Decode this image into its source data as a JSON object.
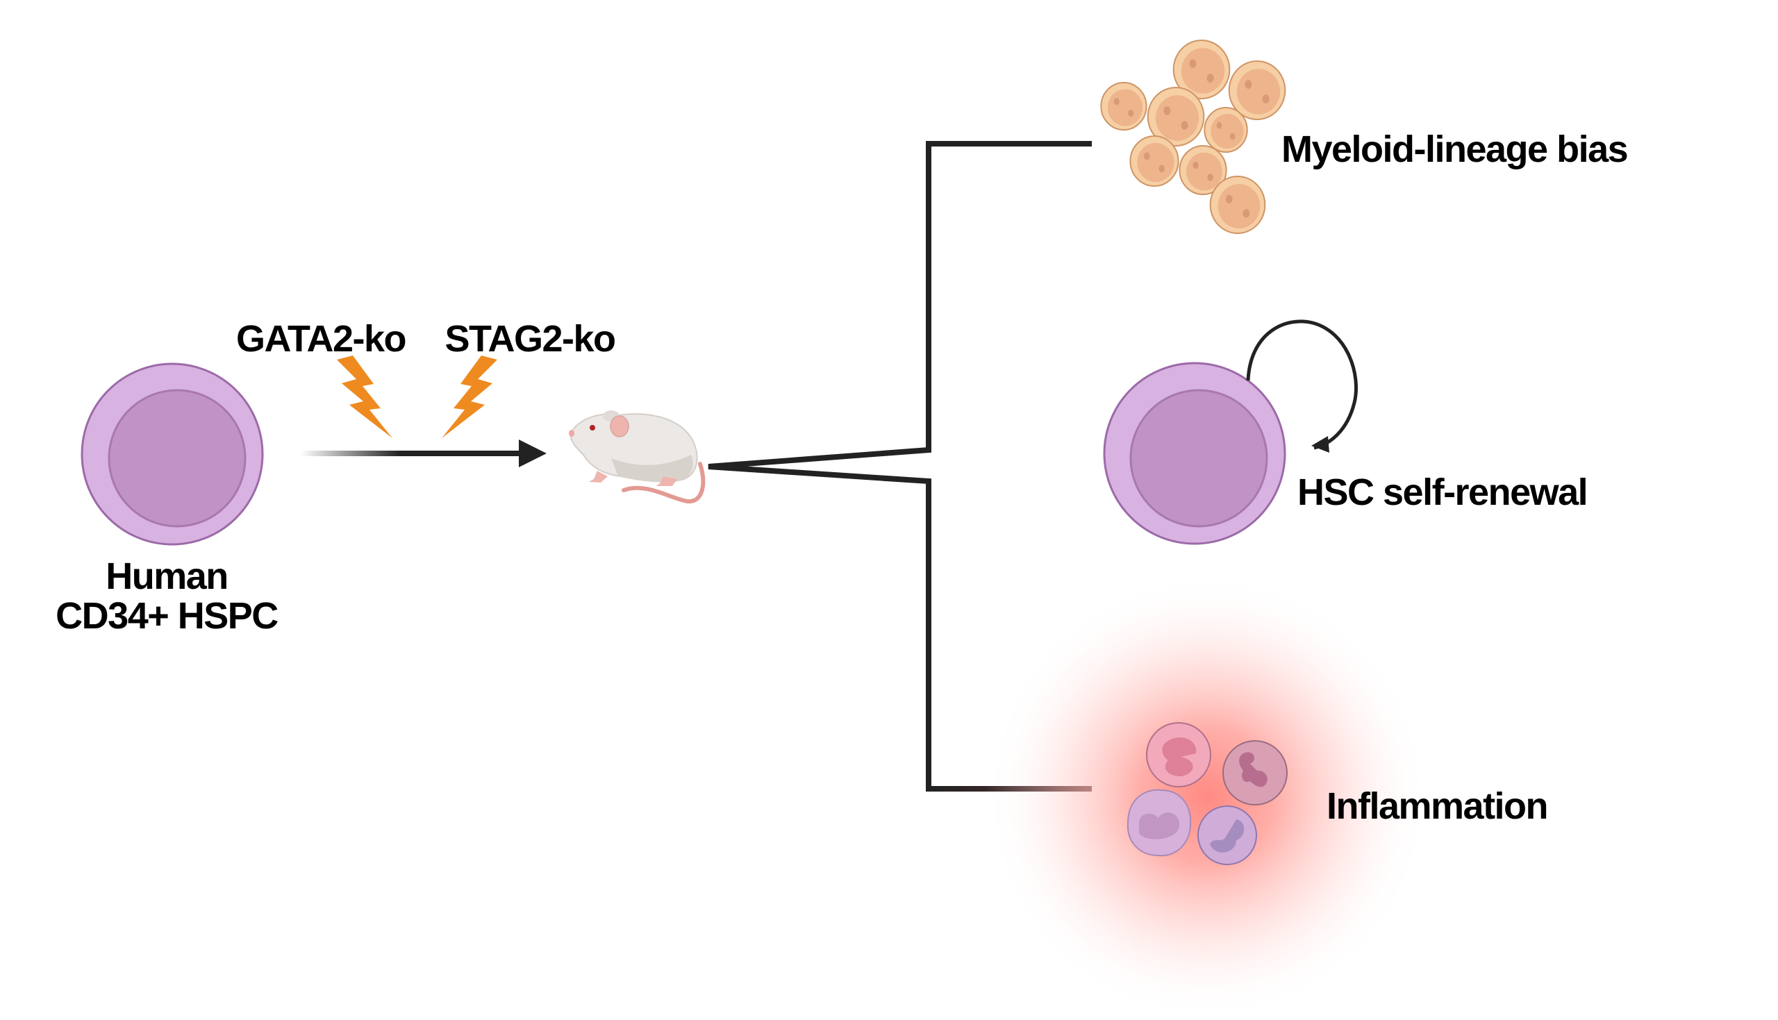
{
  "figure": {
    "input": {
      "label_line1": "Human",
      "label_line2": "CD34+ HSPC"
    },
    "perturbations": [
      {
        "label": "GATA2-ko"
      },
      {
        "label": "STAG2-ko"
      }
    ],
    "model_organism": "mouse",
    "outcomes": [
      {
        "label": "Myeloid-lineage bias"
      },
      {
        "label": "HSC self-renewal"
      },
      {
        "label": "Inflammation"
      }
    ]
  },
  "icons": {
    "input_cell": "stem-cell-icon",
    "knockout": "lightning-bolt-icon",
    "model": "mouse-icon",
    "myeloid": "myeloid-cell-cluster-icon",
    "self_renewal": "circular-arrow-icon",
    "inflammation": "immune-cells-icon"
  },
  "colors": {
    "cell_outer": "#d8b2e0",
    "cell_inner": "#c193c4",
    "cell_stroke": "#9c6aa8",
    "bolt": "#ee8a1f",
    "arrow": "#222222",
    "myeloid_outer": "#f6cfa4",
    "myeloid_inner": "#eeb48c",
    "glow": "#ff8c84"
  }
}
